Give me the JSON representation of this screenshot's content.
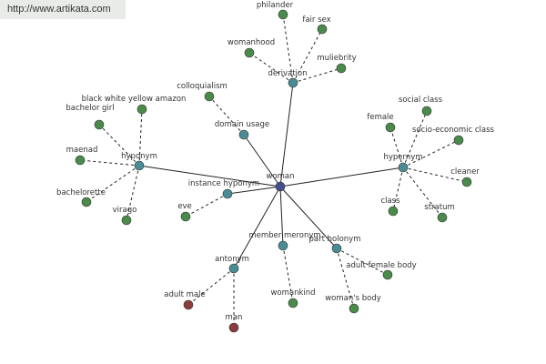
{
  "banner": {
    "url": "http://www.artikata.com"
  },
  "colors": {
    "center": "#434e8c",
    "relation": "#4a8c94",
    "word": "#4a8a4a",
    "antonym_word": "#8c3c3c",
    "edge": "#222222"
  },
  "graph": {
    "center": {
      "id": "woman",
      "label": "woman"
    },
    "relations": [
      {
        "id": "derivation",
        "label": "derivation",
        "words": [
          {
            "id": "philander",
            "label": "philander"
          },
          {
            "id": "fair-sex",
            "label": "fair sex"
          },
          {
            "id": "womanhood",
            "label": "womanhood"
          },
          {
            "id": "muliebrity",
            "label": "muliebrity"
          }
        ]
      },
      {
        "id": "domain-usage",
        "label": "domain usage",
        "words": [
          {
            "id": "colloquialism",
            "label": "colloquialism"
          }
        ]
      },
      {
        "id": "hyponym",
        "label": "hyponym",
        "words": [
          {
            "id": "black-white-yellow-amazon",
            "label": "black white yellow amazon"
          },
          {
            "id": "bachelor-girl",
            "label": "bachelor girl"
          },
          {
            "id": "maenad",
            "label": "maenad"
          },
          {
            "id": "bachelorette",
            "label": "bachelorette"
          },
          {
            "id": "virago",
            "label": "virago"
          }
        ]
      },
      {
        "id": "instance-hyponym",
        "label": "instance hyponym",
        "words": [
          {
            "id": "eve",
            "label": "eve"
          }
        ]
      },
      {
        "id": "hypernym",
        "label": "hypernym",
        "words": [
          {
            "id": "social-class",
            "label": "social class"
          },
          {
            "id": "female",
            "label": "female"
          },
          {
            "id": "socio-economic-class",
            "label": "socio-economic class"
          },
          {
            "id": "cleaner",
            "label": "cleaner"
          },
          {
            "id": "class",
            "label": "class"
          },
          {
            "id": "stratum",
            "label": "stratum"
          }
        ]
      },
      {
        "id": "member-meronym",
        "label": "member meronym",
        "words": [
          {
            "id": "womankind",
            "label": "womankind"
          }
        ]
      },
      {
        "id": "part-holonym",
        "label": "part holonym",
        "words": [
          {
            "id": "adult-female-body",
            "label": "adult female body"
          },
          {
            "id": "womans-body",
            "label": "woman's body"
          }
        ]
      },
      {
        "id": "antonym",
        "label": "antonym",
        "words": [
          {
            "id": "adult-male",
            "label": "adult male",
            "variant": "antonym"
          },
          {
            "id": "man",
            "label": "man",
            "variant": "antonym"
          }
        ]
      }
    ]
  }
}
